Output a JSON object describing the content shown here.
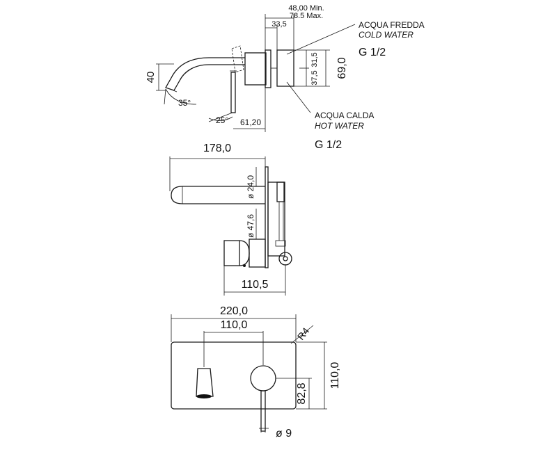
{
  "side_view": {
    "depth_min": "48,00 Min.",
    "depth_max": "78.5 Max.",
    "dim_33_5": "33,5",
    "dim_31_5": "31,5",
    "dim_37_5": "37,5",
    "dim_69": "69,0",
    "dim_40": "40",
    "angle_35": "35°",
    "angle_25": "25°",
    "dim_61_20": "61,20"
  },
  "labels": {
    "cold_it": "ACQUA FREDDA",
    "cold_en": "COLD WATER",
    "cold_thread": "G 1/2",
    "hot_it": "ACQUA CALDA",
    "hot_en": "HOT WATER",
    "hot_thread": "G 1/2"
  },
  "top_view": {
    "dim_178": "178,0",
    "dia_24": "ø 24,0",
    "dia_47_6": "ø 47,6",
    "dim_110_5": "110,5"
  },
  "front_view": {
    "dim_220": "220,0",
    "dim_110": "110,0",
    "radius": "R4",
    "dim_110_h": "110,0",
    "dim_82_8": "82,8",
    "dia_9": "ø 9"
  }
}
